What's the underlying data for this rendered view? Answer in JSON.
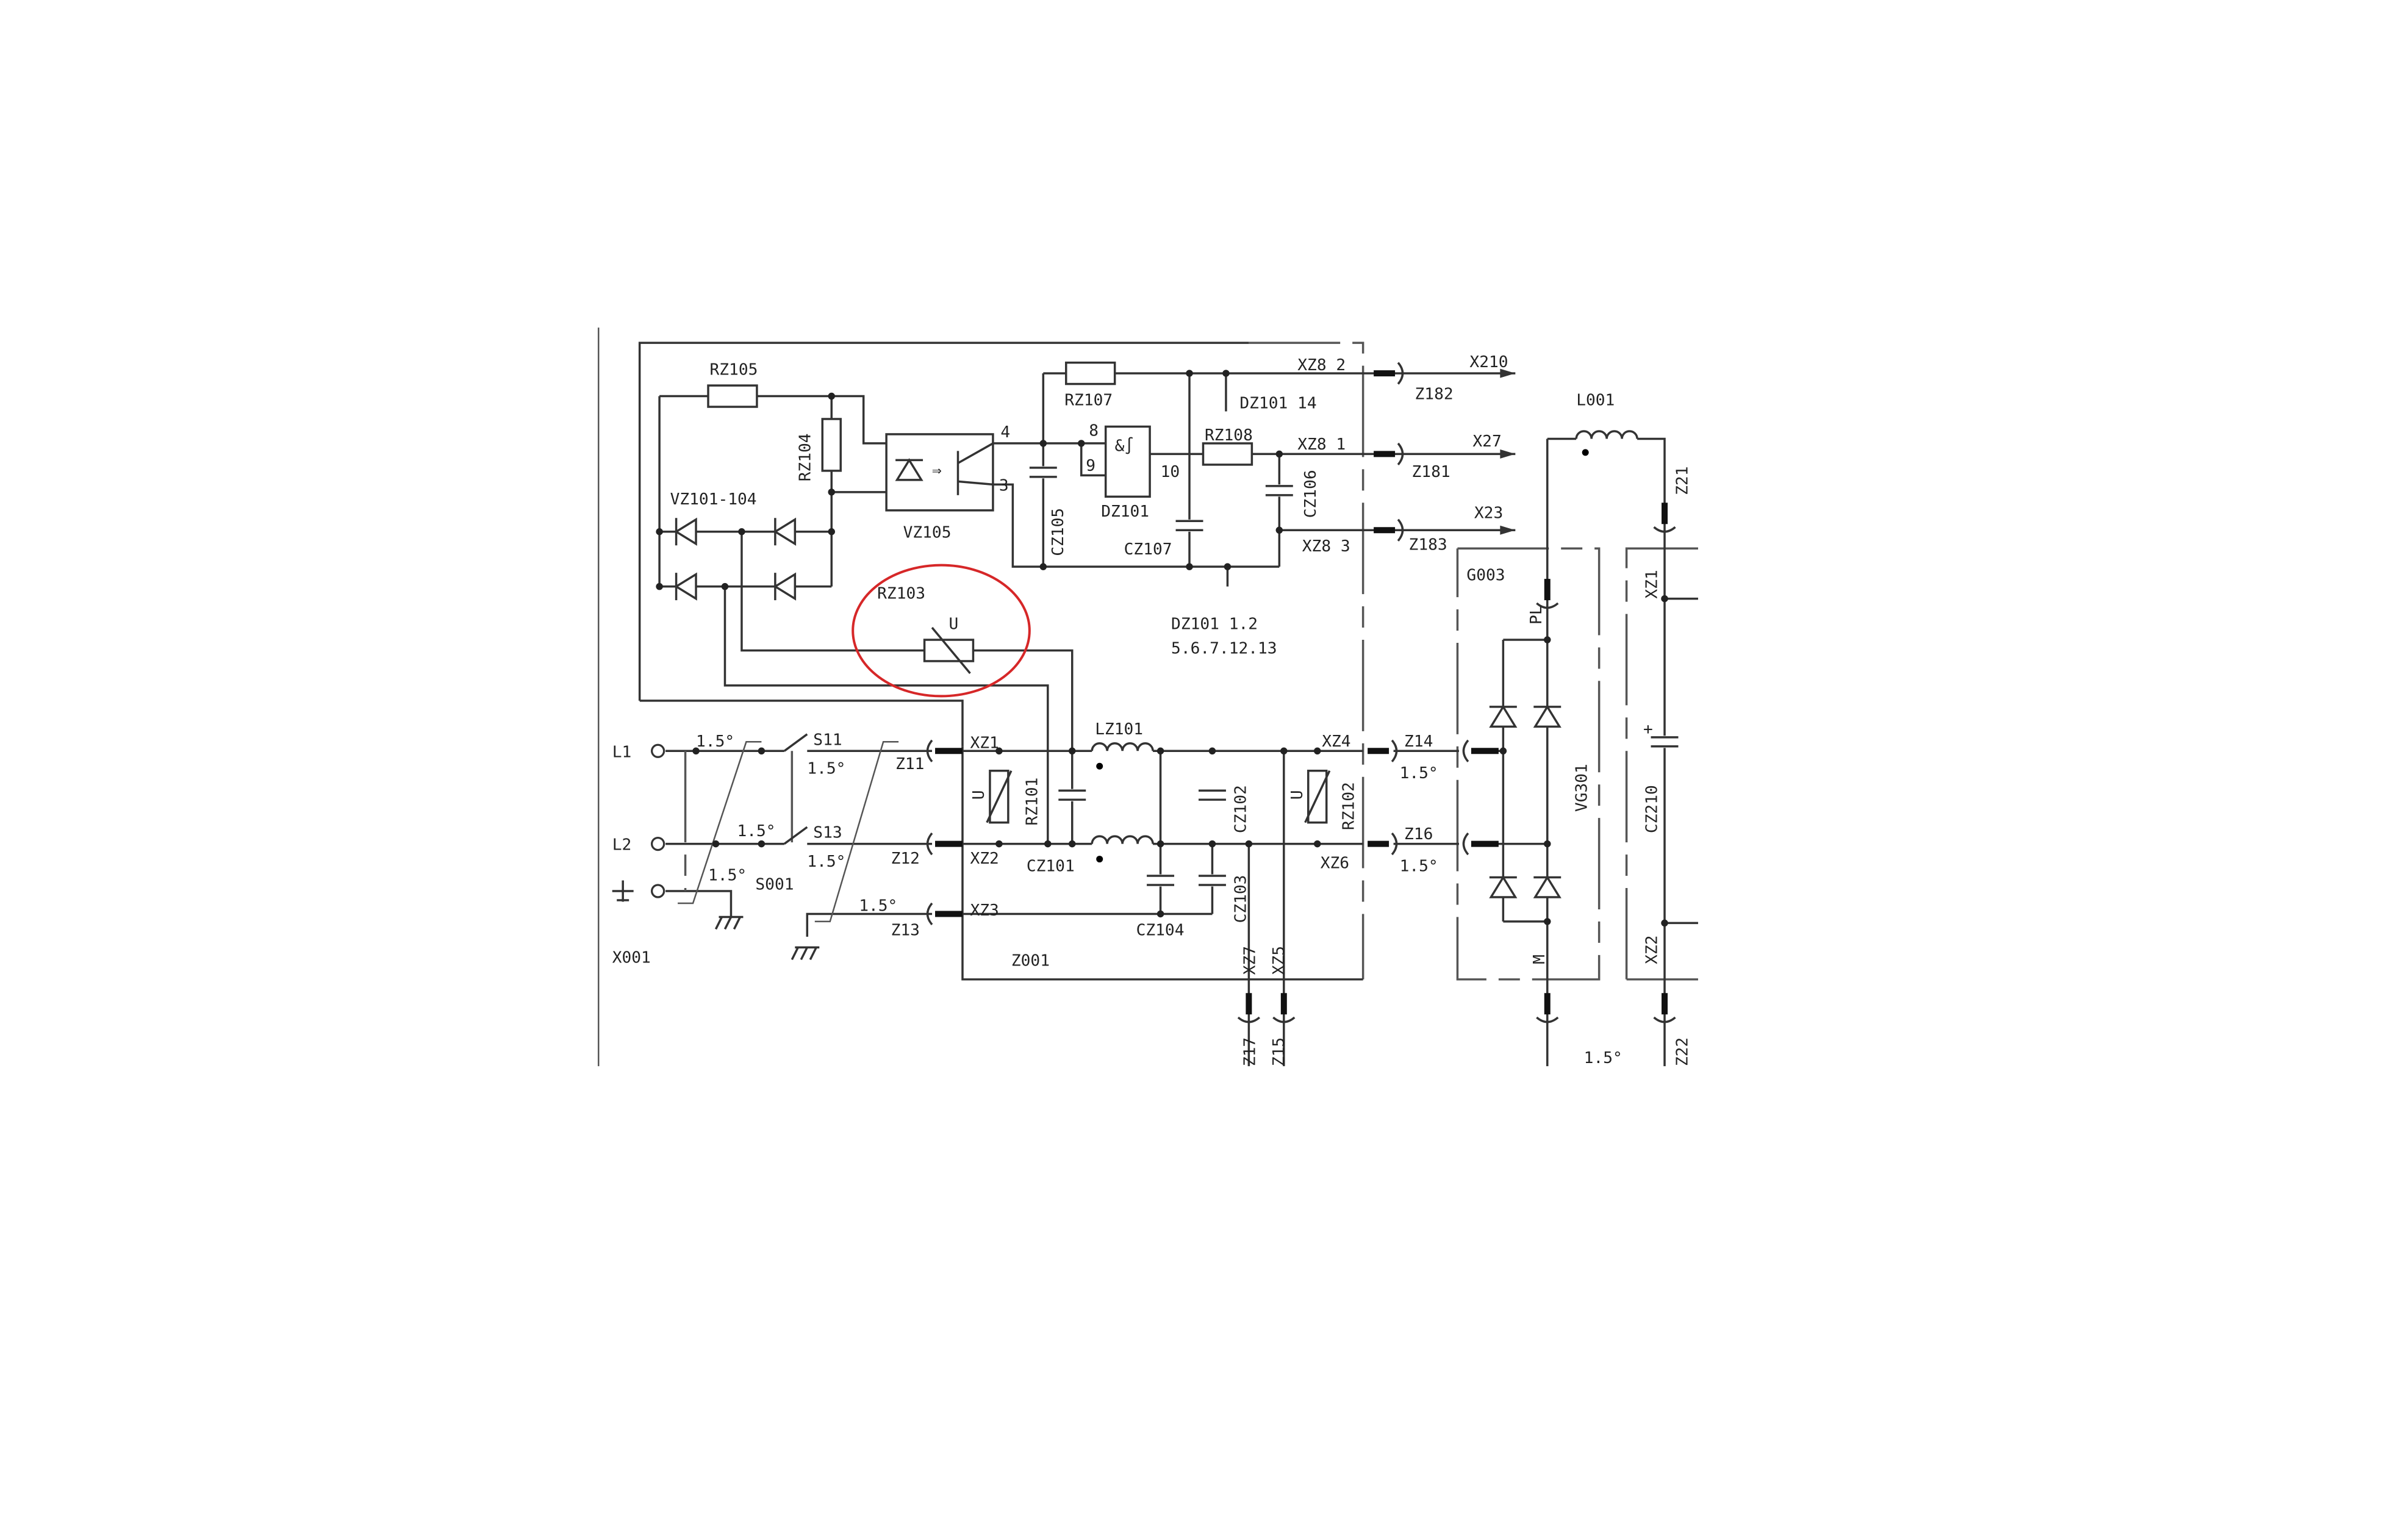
{
  "colors": {
    "line": "#333333",
    "highlight": "#d62728",
    "background": "#ffffff"
  },
  "labels": {
    "rz105": "RZ105",
    "rz104": "RZ104",
    "vz101_104": "VZ101-104",
    "vz105": "VZ105",
    "pin4": "4",
    "pin3": "3",
    "rz107": "RZ107",
    "pin8": "8",
    "pin9": "9",
    "pin10": "10",
    "gate": "&∫",
    "dz101": "DZ101",
    "cz105": "CZ105",
    "cz107": "CZ107",
    "rz108": "RZ108",
    "cz106": "CZ106",
    "xz8_2": "XZ8  2",
    "xz8_1": "XZ8  1",
    "xz8_3": "XZ8  3",
    "dz101_14": "DZ101  14",
    "dz101_12": "DZ101  1.2",
    "dz101_pins": "5.6.7.12.13",
    "z182": "Z182",
    "z181": "Z181",
    "z183": "Z183",
    "x210": "X210",
    "x27": "X27",
    "x23": "X23",
    "l001": "L001",
    "z21": "Z21",
    "g003": "G003",
    "pl": "PL",
    "xz1_r": "XZ1",
    "vg301": "VG301",
    "cz210": "CZ210",
    "plus": "+",
    "m": "M",
    "xz2_r": "XZ2",
    "z22": "Z22",
    "w_out": "1.5°",
    "rz103": "RZ103",
    "u_rz103": "U",
    "l1": "L1",
    "l2": "L2",
    "x001": "X001",
    "s001": "S001",
    "s11": "S11",
    "s13": "S13",
    "z11": "Z11",
    "z12": "Z12",
    "z13": "Z13",
    "xz1": "XZ1",
    "xz2": "XZ2",
    "xz3": "XZ3",
    "cz101": "CZ101",
    "lz101": "LZ101",
    "cz102": "CZ102",
    "cz103": "CZ103",
    "cz104": "CZ104",
    "rz101": "RZ101",
    "rz102": "RZ102",
    "u_rz101": "U",
    "u_rz102": "U",
    "xz4": "XZ4",
    "xz6": "XZ6",
    "z14": "Z14",
    "z16": "Z16",
    "w_z14": "1.5°",
    "w_z16": "1.5°",
    "z001": "Z001",
    "xz7": "XZ7",
    "xz5": "XZ5",
    "z17": "Z17",
    "z15": "Z15",
    "w1": "1.5°",
    "w2": "1.5°",
    "w3": "1.5°",
    "w4": "1.5°",
    "w5": "1.5°",
    "w6": "1.5°"
  }
}
